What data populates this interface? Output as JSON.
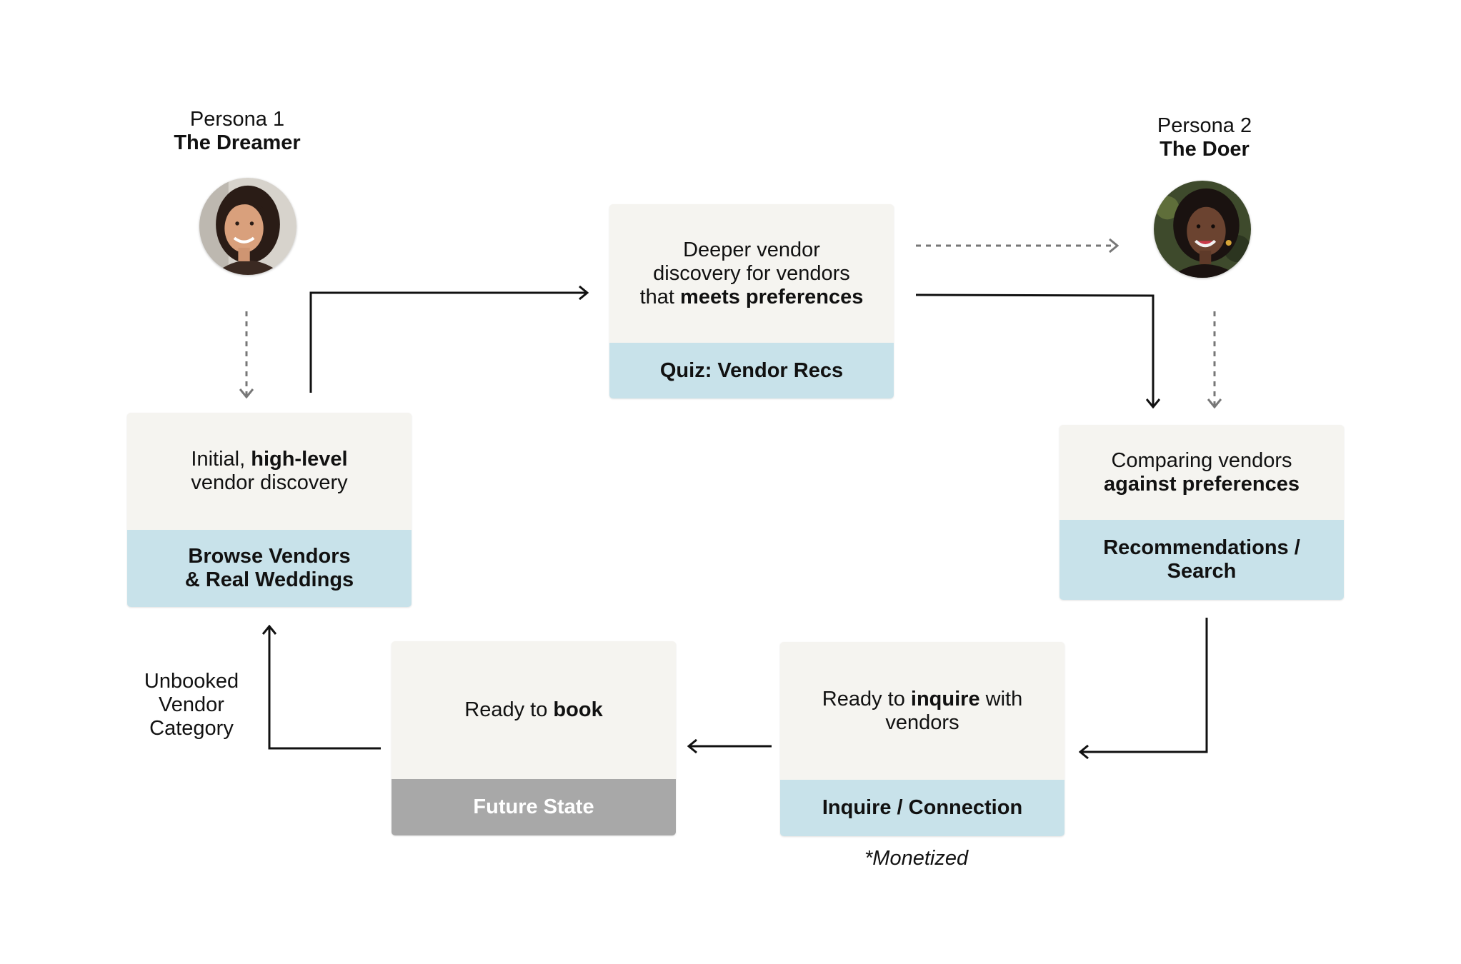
{
  "personas": [
    {
      "number_label": "Persona 1",
      "name": "The Dreamer"
    },
    {
      "number_label": "Persona 2",
      "name": "The Doer"
    }
  ],
  "cards": {
    "initial": {
      "desc_before": "Initial, ",
      "desc_bold": "high-level",
      "desc_after": "vendor discovery",
      "label_line1": "Browse Vendors",
      "label_line2": "& Real Weddings"
    },
    "quiz": {
      "desc_line1": "Deeper vendor",
      "desc_line2": "discovery for vendors",
      "desc_before": "that ",
      "desc_bold": "meets preferences",
      "label": "Quiz: Vendor Recs"
    },
    "comparing": {
      "desc_line1": "Comparing vendors",
      "desc_bold": "against preferences",
      "label_line1": "Recommendations /",
      "label_line2": "Search"
    },
    "inquire": {
      "desc_before": "Ready to ",
      "desc_bold": "inquire",
      "desc_after": " with",
      "desc_line2": "vendors",
      "label": "Inquire / Connection"
    },
    "book": {
      "desc_before": "Ready to ",
      "desc_bold": "book",
      "label": "Future State"
    }
  },
  "side_label": {
    "line1": "Unbooked",
    "line2": "Vendor",
    "line3": "Category"
  },
  "note": "*Monetized",
  "colors": {
    "card_top": "#f5f4f0",
    "card_label": "#c8e2ea",
    "future_label": "#a8a8a8",
    "arrow_solid": "#111111",
    "arrow_dashed": "#777777"
  }
}
